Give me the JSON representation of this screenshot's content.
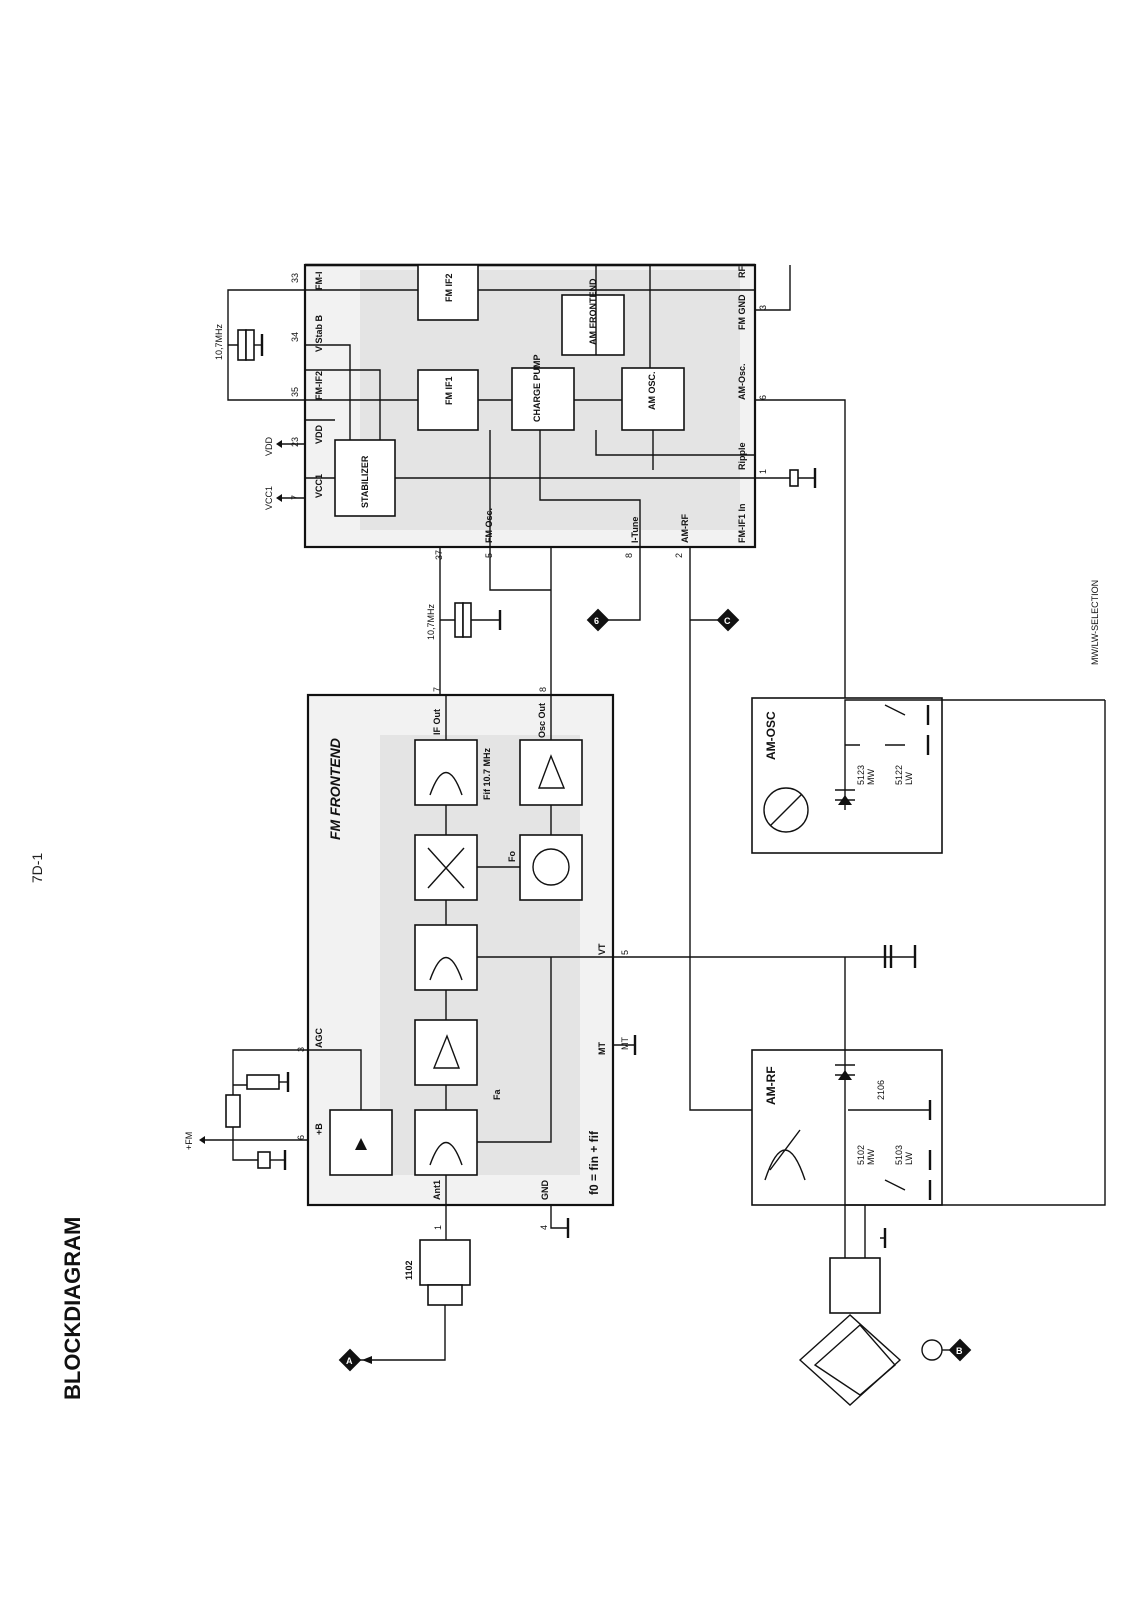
{
  "page": {
    "title": "BLOCKDIAGRAM",
    "number": "7D-1"
  },
  "fm_frontend": {
    "title": "FM FRONTEND",
    "pins": {
      "ant1": "Ant1",
      "plusb": "+B",
      "agc": "AGC",
      "gnd": "GND",
      "mt": "MT",
      "vt": "VT",
      "if_out": "IF Out",
      "osc_out": "Osc Out"
    },
    "pin_numbers": {
      "ant1": "1",
      "gnd": "4",
      "plusb": "6",
      "agc": "3",
      "mt": "MT",
      "vt": "5",
      "if_out": "7",
      "osc_out": "8"
    },
    "labels": {
      "fa": "Fa",
      "fo": "Fo",
      "fif": "Fif 10.7 MHz",
      "formula": "f0 = fin + fif"
    }
  },
  "ic": {
    "pins_left": [
      "VCC1",
      "VDD",
      "FM-IF2",
      "V Stab B",
      "FM-I"
    ],
    "pin_numbers_left": [
      "7",
      "23",
      "35",
      "34",
      "33"
    ],
    "pins_right": [
      "FM-IF1 In",
      "FM Osc.",
      "I-Tune",
      "AM-RF"
    ],
    "pin_numbers_right": [
      "37",
      "5",
      "8",
      "2"
    ],
    "pins_bottom": [
      "Ripple",
      "AM-Osc.",
      "FM GND",
      "RF"
    ],
    "pin_numbers_bottom": [
      "1",
      "6",
      "3"
    ],
    "blocks": {
      "stabilizer": "STABILIZER",
      "fm_if1": "FM IF1",
      "fm_if2": "FM IF2",
      "charge_pump": "CHARGE PUMP",
      "am_osc": "AM OSC.",
      "am_frontend": "AM FRONTEND"
    },
    "supply_labels": {
      "vcc1": "VCC1",
      "vdd": "VDD"
    }
  },
  "filters": {
    "top": "10,7MHz",
    "mid": "10,7MHz"
  },
  "am_osc_box": {
    "title": "AM-OSC",
    "coil1": "5123",
    "coil1_band": "MW",
    "coil2": "5122",
    "coil2_band": "LW"
  },
  "am_rf_box": {
    "title": "AM-RF",
    "coil1": "5102",
    "coil1_band": "MW",
    "coil2": "5103",
    "coil2_band": "LW",
    "cap": "2106"
  },
  "connector": {
    "label": "1102"
  },
  "supply_fm": "+FM",
  "selection_label": "MW/LW-SELECTION",
  "markers": {
    "a": "A",
    "b": "B",
    "c": "C",
    "six": "6"
  }
}
